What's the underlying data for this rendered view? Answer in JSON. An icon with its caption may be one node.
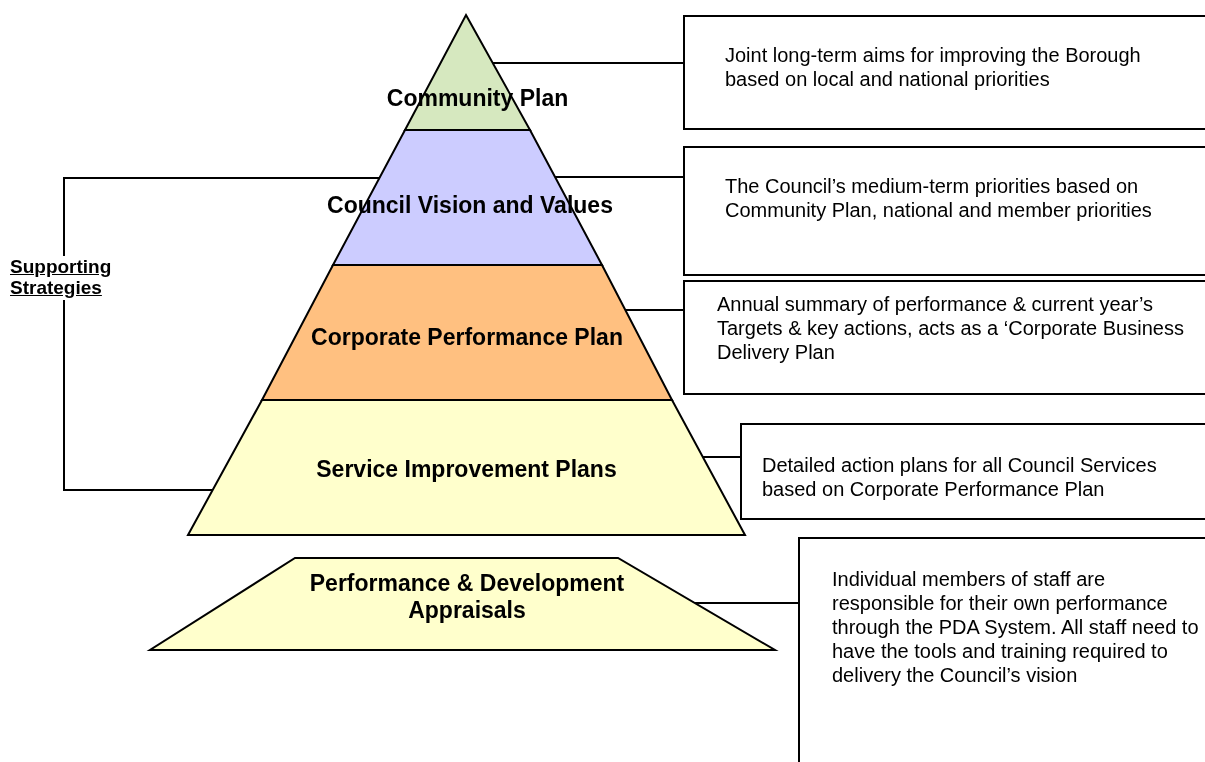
{
  "diagram": {
    "nodes": [
      {
        "text": [
          "Community Plan"
        ]
      },
      {
        "text": [
          "Council Vision and Values"
        ]
      },
      {
        "text": [
          "Corporate Performance Plan"
        ]
      },
      {
        "text": [
          "Service Improvement Plans"
        ]
      },
      {
        "text": [
          "Performance & Development Appraisals"
        ]
      },
      {
        "text": [
          "Joint long-term aims for improving the Borough based on local and national priorities"
        ]
      },
      {
        "text": [
          "The Council’s medium-term priorities based on Community Plan, national and member priorities"
        ]
      },
      {
        "text": [
          "Annual summary of performance & current year’s Targets & key actions, acts as a ‘Corporate Business Delivery Plan"
        ]
      },
      {
        "text": [
          "Detailed action plans for all Council Services based on Corporate Performance Plan"
        ]
      },
      {
        "text": [
          "Individual members of staff are responsible for their own performance through the PDA System. All staff need to have the tools and training required to delivery the Council’s vision"
        ]
      },
      {
        "text": [
          "Supporting Strategies"
        ]
      }
    ],
    "edges": [
      {
        "from": 0,
        "to": 5,
        "arrow": "none"
      },
      {
        "from": 1,
        "to": 6,
        "arrow": "none"
      },
      {
        "from": 2,
        "to": 7,
        "arrow": "none"
      },
      {
        "from": 3,
        "to": 8,
        "arrow": "none"
      },
      {
        "from": 4,
        "to": 9,
        "arrow": "none"
      },
      {
        "from": 10,
        "to": 1,
        "arrow": "none"
      },
      {
        "from": 10,
        "to": 3,
        "arrow": "none"
      }
    ]
  }
}
